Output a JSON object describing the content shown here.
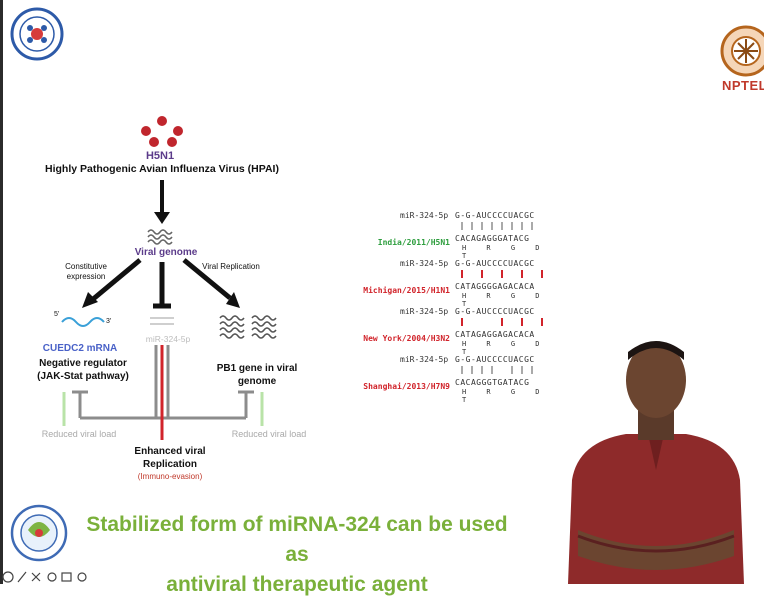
{
  "header": {
    "nptel_label": "NPTEL"
  },
  "diagram": {
    "virus_name": "H5N1",
    "virus_full_name": "Highly Pathogenic Avian Influenza Virus (HPAI)",
    "viral_genome_label": "Viral genome",
    "constitutive_label": "Constitutive expression",
    "viral_replication_label": "Viral Replication",
    "cuedc2_label": "CUEDC2 mRNA",
    "negative_regulator_label": "Negative regulator (JAK-Stat pathway)",
    "mirna_label": "miR-324-5p",
    "pb1_label": "PB1 gene in viral genome",
    "reduced_load_left": "Reduced viral load",
    "reduced_load_right": "Reduced viral load",
    "enhanced_label": "Enhanced viral Replication",
    "immuno_label": "(Immuno-evasion)",
    "five_prime": "5'",
    "three_prime": "3'"
  },
  "alignment": {
    "mirna_row": "miR-324-5p",
    "mirna_seq": "G-G-AUCCCCUACGC",
    "rows": [
      {
        "strain": "India/2011/H5N1",
        "seq": "CACAGAGGGATACG",
        "aa": "H R G D T",
        "color": "#2e9e3e"
      },
      {
        "strain": "Michigan/2015/H1N1",
        "seq": "CATAGGGGAGACACA",
        "aa": "H R G D T",
        "color": "#d1242b"
      },
      {
        "strain": "New York/2004/H3N2",
        "seq": "CATAGAGGAGACACA",
        "aa": "H R G D T",
        "color": "#d1242b"
      },
      {
        "strain": "Shanghai/2013/H7N9",
        "seq": "CACAGGGTGATACG",
        "aa": "H R G D T",
        "color": "#d1242b"
      }
    ]
  },
  "banner": {
    "line1": "Stabilized form of miRNA-324 can be used as",
    "line2": "antiviral therapeutic agent"
  },
  "colors": {
    "banner_green": "#7ab03a",
    "virus_red": "#c0262d",
    "inhibitor_red": "#d1242b"
  }
}
